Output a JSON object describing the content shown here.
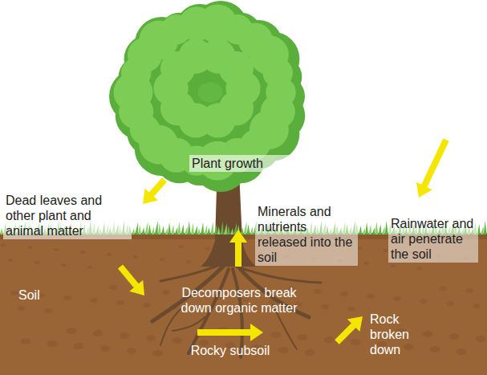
{
  "diagram": {
    "labels": [
      "Plant growth",
      "Dead leaves and other plant and animal matter",
      "Minerals and nutrients released into the soil",
      "Rainwater and air penetrate the soil",
      "Soil",
      "Decomposers break down organic matter",
      "Rocky subsoil",
      "Rock broken down"
    ]
  }
}
